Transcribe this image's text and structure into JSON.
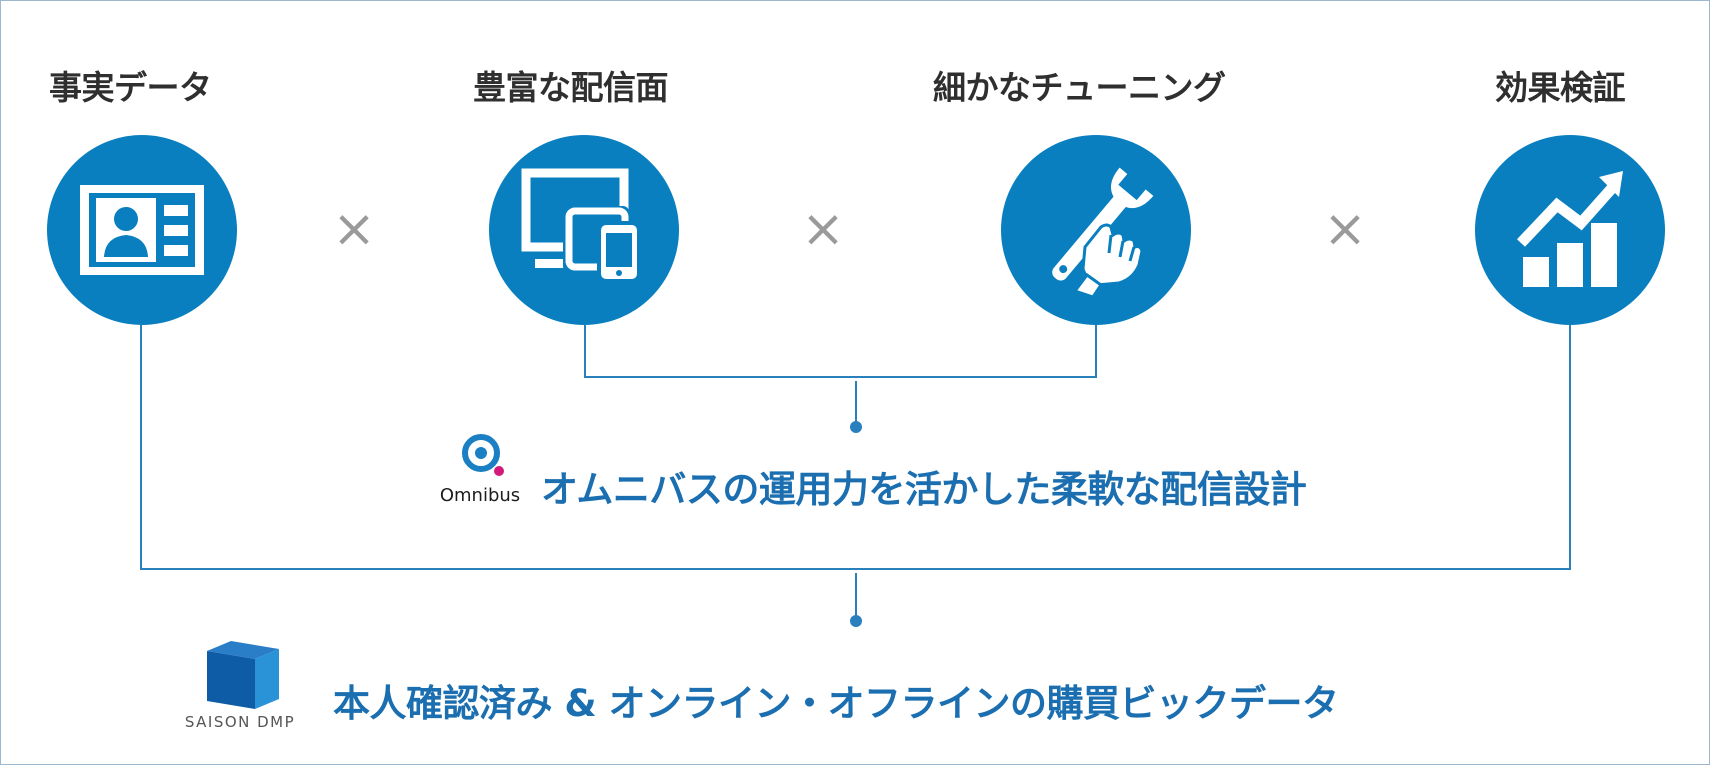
{
  "pillars": [
    {
      "title": "事実データ",
      "icon": "id-card-icon"
    },
    {
      "title": "豊富な配信面",
      "icon": "multi-device-icon"
    },
    {
      "title": "細かなチューニング",
      "icon": "wrench-hand-icon"
    },
    {
      "title": "効果検証",
      "icon": "growth-chart-icon"
    }
  ],
  "operator": "×",
  "omnibus": {
    "logo_text": "Omnibus",
    "tagline": "オムニバスの運用力を活かした柔軟な配信設計"
  },
  "saison": {
    "logo_text": "SAISON DMP",
    "tagline": "本人確認済み & オンライン・オフラインの購買ビックデータ"
  },
  "colors": {
    "circle": "#0a7fbf",
    "connector": "#2a80bd",
    "tagline": "#1b6fb0",
    "title": "#2f2f2f",
    "operator": "#9a9a9a",
    "omnibus_dot": "#d4197a"
  }
}
